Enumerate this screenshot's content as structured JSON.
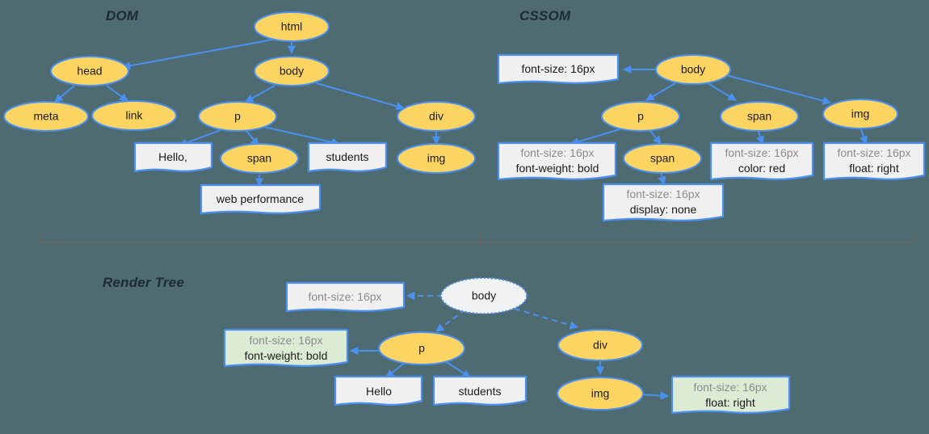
{
  "background_color": "#4e6b72",
  "node_fill": "#fcd462",
  "node_stroke": "#4a90f0",
  "note_fill": "#f0f0f0",
  "note_fill_green": "#dcebd4",
  "inherited_text_color": "#8b8b8b",
  "sections": {
    "dom": {
      "title": "DOM"
    },
    "cssom": {
      "title": "CSSOM"
    },
    "render": {
      "title": "Render Tree"
    }
  },
  "dom": {
    "nodes": {
      "html": "html",
      "head": "head",
      "body": "body",
      "meta": "meta",
      "link": "link",
      "p": "p",
      "div": "div",
      "span": "span",
      "img": "img"
    },
    "texts": {
      "hello": "Hello,",
      "students": "students",
      "web_performance": "web performance"
    }
  },
  "cssom": {
    "nodes": {
      "body": "body",
      "p": "p",
      "span_child": "span",
      "span": "span",
      "img": "img"
    },
    "rules": {
      "body": {
        "line1": "font-size: 16px",
        "line1_inherited": false
      },
      "p": {
        "line1": "font-size: 16px",
        "line2": "font-weight: bold"
      },
      "span_child": {
        "line1": "font-size: 16px",
        "line2": "display: none"
      },
      "span": {
        "line1": "font-size: 16px",
        "line2": "color: red"
      },
      "img": {
        "line1": "font-size: 16px",
        "line2": "float: right"
      }
    }
  },
  "render": {
    "nodes": {
      "body": "body",
      "p": "p",
      "div": "div",
      "img": "img"
    },
    "texts": {
      "hello": "Hello",
      "students": "students"
    },
    "rules": {
      "body": {
        "line1": "font-size: 16px"
      },
      "p": {
        "line1": "font-size: 16px",
        "line2": "font-weight: bold"
      },
      "img": {
        "line1": "font-size: 16px",
        "line2": "float: right"
      }
    }
  }
}
